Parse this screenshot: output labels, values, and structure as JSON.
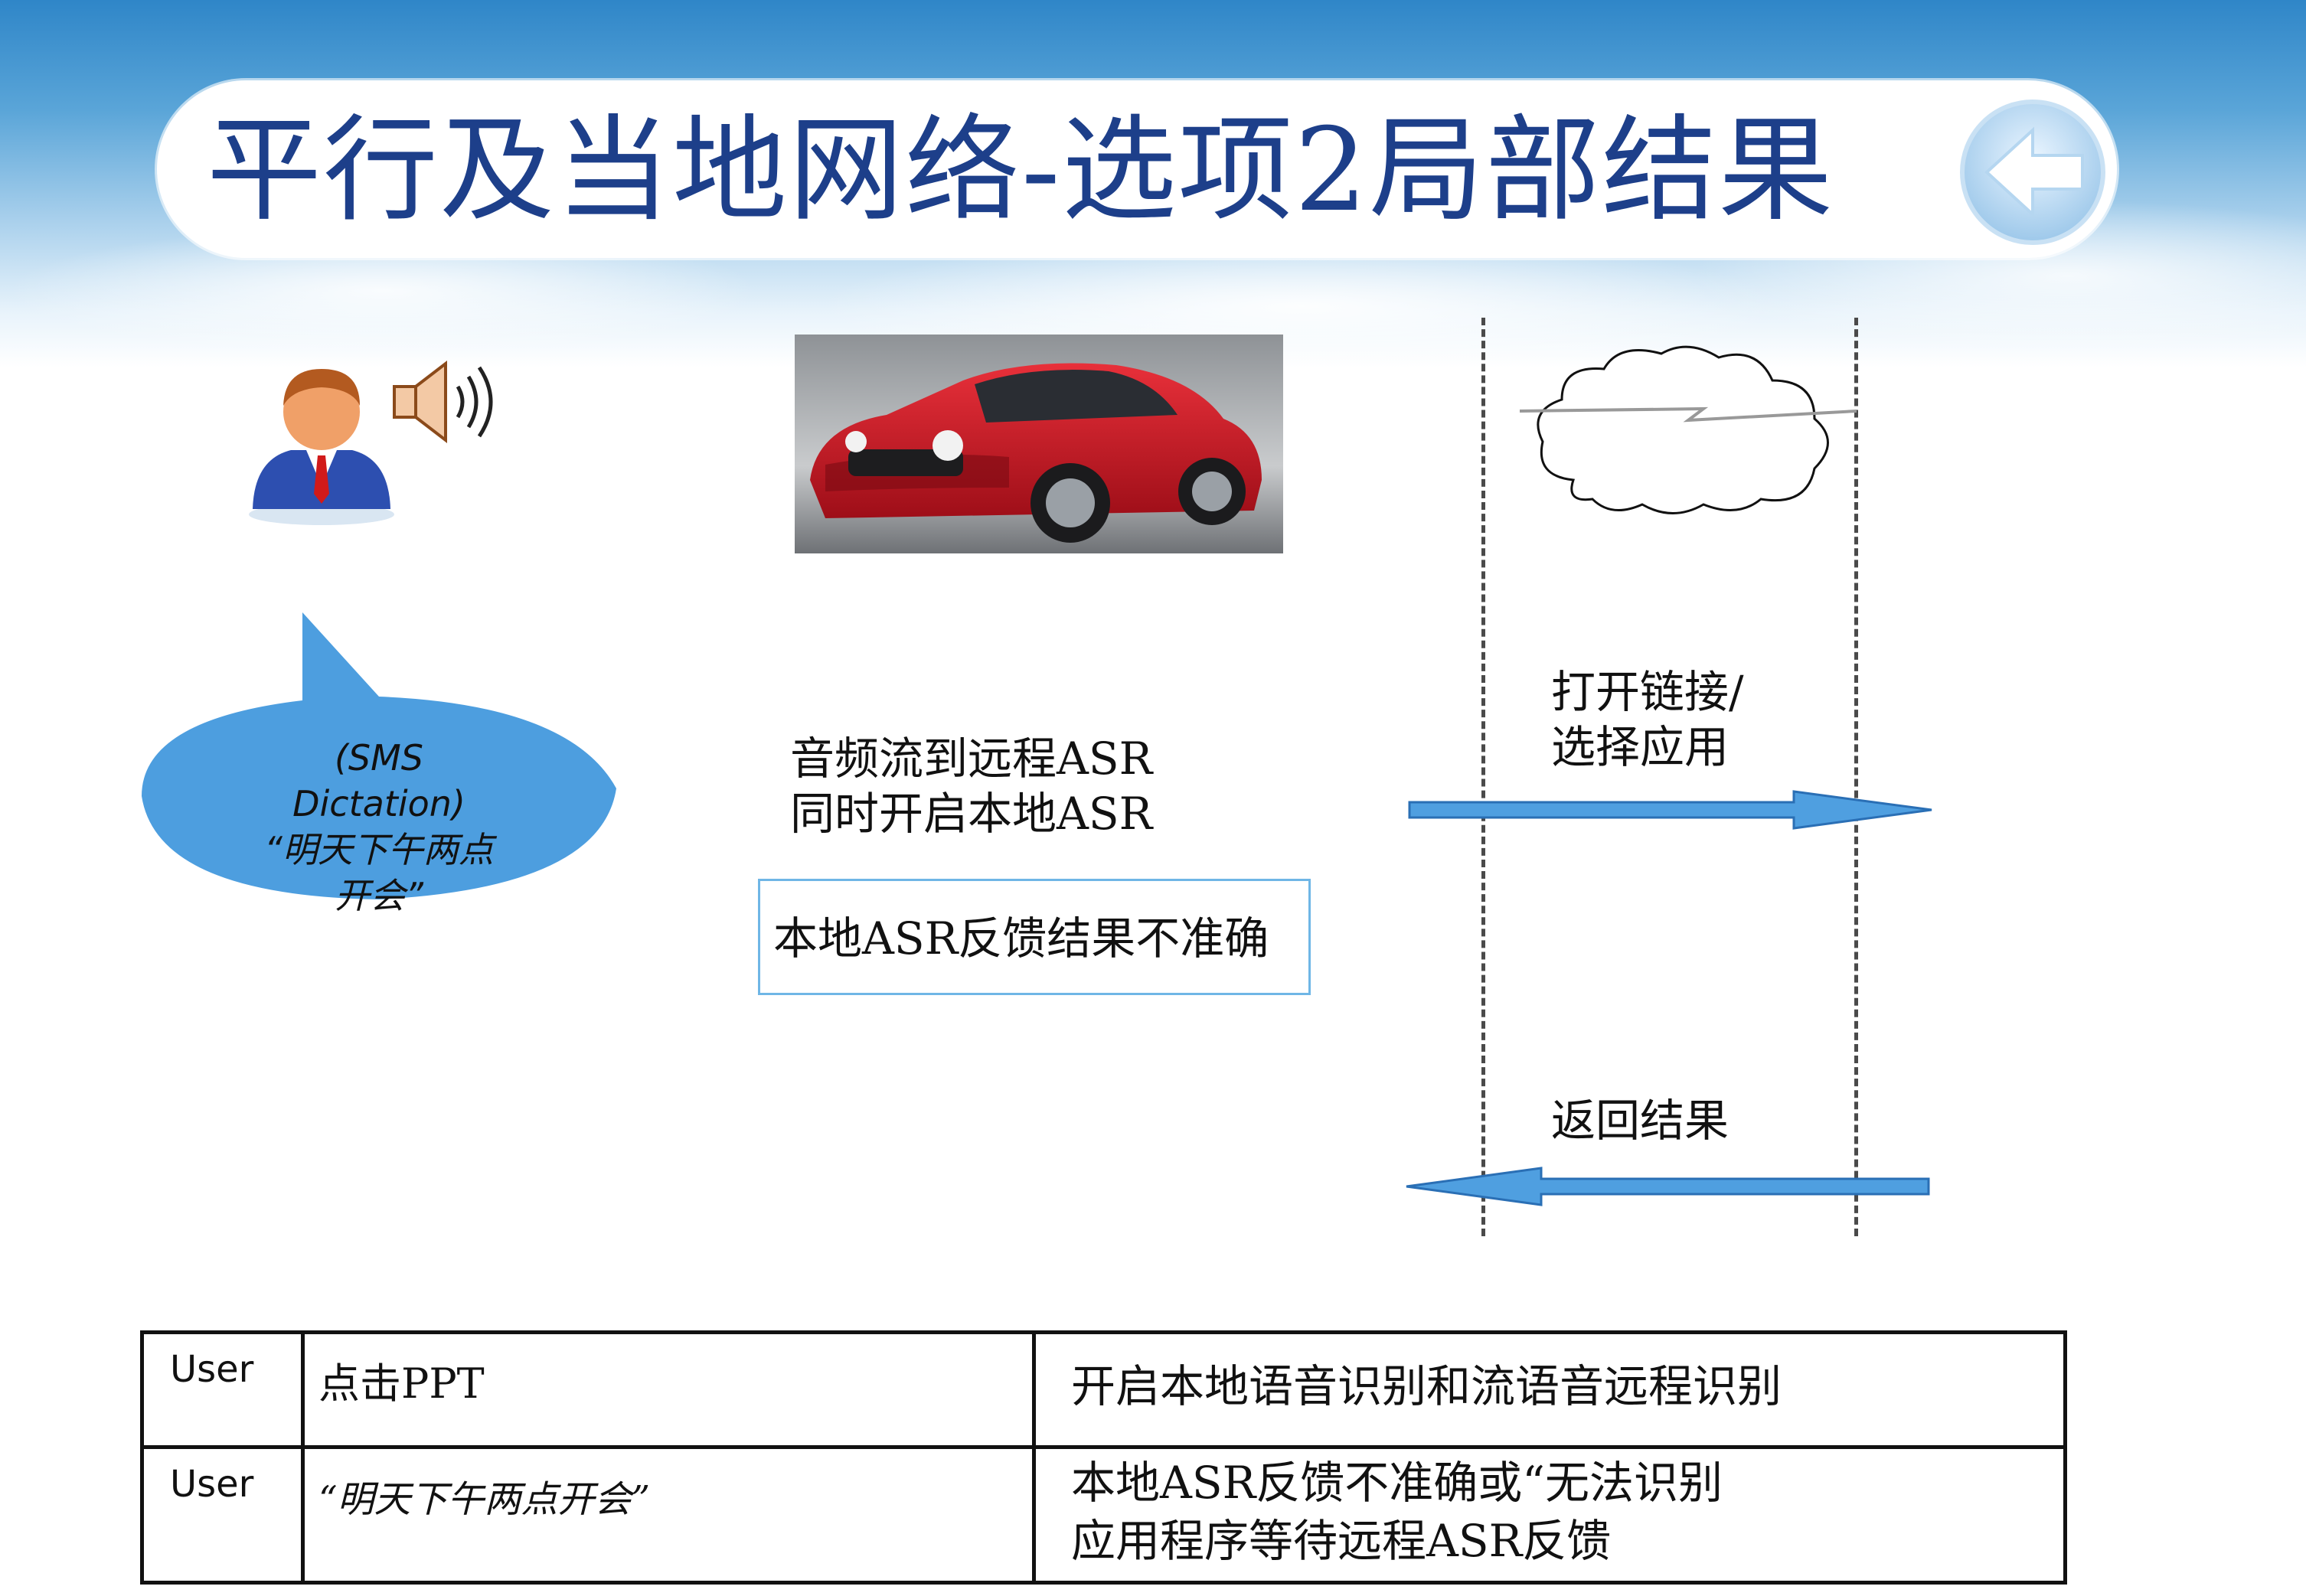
{
  "title": "平行及当地网络-选项2局部结果",
  "icons": {
    "back": "back-arrow-icon",
    "user": "user-avatar-icon",
    "speaker": "speaker-icon",
    "car": "car-photo",
    "cloud": "cloud-network-icon"
  },
  "speech_bubble": {
    "line1": "(SMS",
    "line2": "Dictation)",
    "line3": "“明天下午两点",
    "line4": "开会”"
  },
  "car_caption": {
    "line1": "音频流到远程ASR",
    "line2": "同时开启本地ASR"
  },
  "local_result": "本地ASR反馈结果不准确",
  "network_labels": {
    "open_line1": "打开链接/",
    "open_line2": "选择应用",
    "return": "返回结果"
  },
  "table": {
    "rows": [
      {
        "user": "User",
        "action": "点击PPT",
        "desc1": "开启本地语音识别和流语音远程识别",
        "desc2": ""
      },
      {
        "user": "User",
        "action": "“明天下午两点开会”",
        "desc1": "本地ASR反馈不准确或“无法识别",
        "desc2": "应用程序等待远程ASR反馈"
      }
    ]
  },
  "colors": {
    "title": "#1d3f8a",
    "arrow_fill": "#4f9fe0",
    "arrow_stroke": "#2a6fb5",
    "bubble": "#4d9edf",
    "box_border": "#6fb6e6"
  }
}
